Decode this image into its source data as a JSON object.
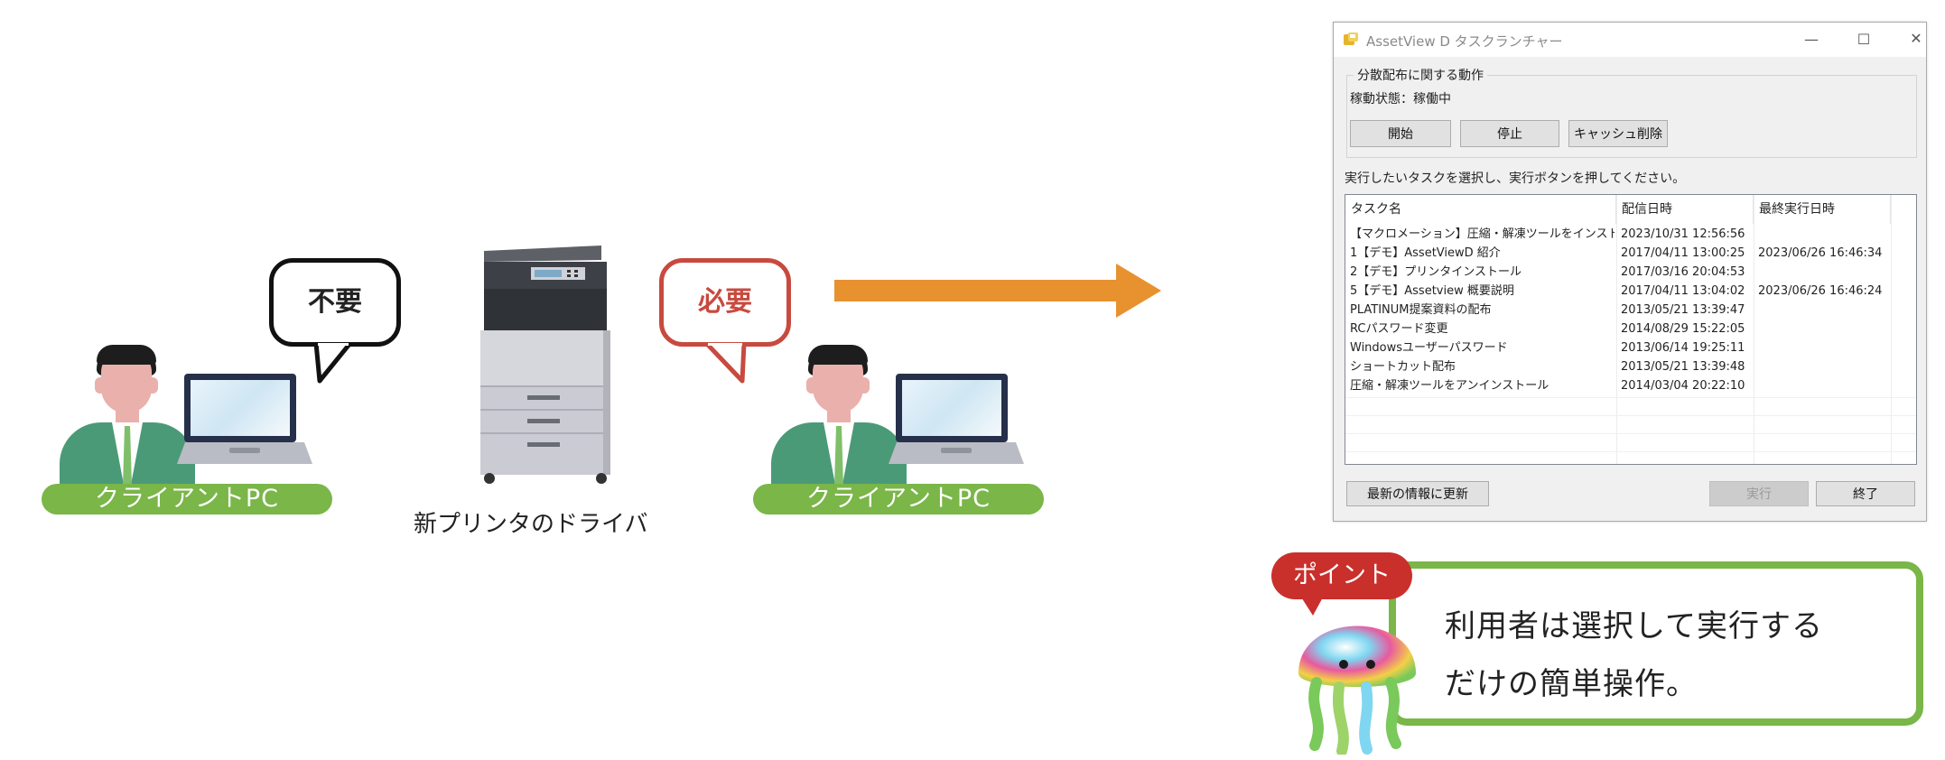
{
  "illustration": {
    "client_label_left": "クライアントPC",
    "client_label_right": "クライアントPC",
    "bubble_not_needed": "不要",
    "bubble_needed": "必要",
    "printer_label": "新プリンタのドライバ"
  },
  "window": {
    "title": "AssetView D タスクランチャー",
    "controls": {
      "minimize": "—",
      "maximize": "☐",
      "close": "✕"
    },
    "group_title": "分散配布に関する動作",
    "status": "稼動状態：稼働中",
    "buttons": {
      "start": "開始",
      "stop": "停止",
      "clear_cache": "キャッシュ削除"
    },
    "instruction": "実行したいタスクを選択し、実行ボタンを押してください。",
    "columns": [
      "タスク名",
      "配信日時",
      "最終実行日時"
    ],
    "rows": [
      {
        "name": "【マクロメーション】圧縮・解凍ツールをインスト…",
        "delivered": "2023/10/31 12:56:56",
        "last": ""
      },
      {
        "name": "1【デモ】AssetViewD 紹介",
        "delivered": "2017/04/11 13:00:25",
        "last": "2023/06/26 16:46:34"
      },
      {
        "name": "2【デモ】プリンタインストール",
        "delivered": "2017/03/16 20:04:53",
        "last": ""
      },
      {
        "name": "5【デモ】Assetview 概要説明",
        "delivered": "2017/04/11 13:04:02",
        "last": "2023/06/26 16:46:24"
      },
      {
        "name": "PLATINUM提案資料の配布",
        "delivered": "2013/05/21 13:39:47",
        "last": ""
      },
      {
        "name": "RCパスワード変更",
        "delivered": "2014/08/29 15:22:05",
        "last": ""
      },
      {
        "name": "Windowsユーザーパスワード",
        "delivered": "2013/06/14 19:25:11",
        "last": ""
      },
      {
        "name": "ショートカット配布",
        "delivered": "2013/05/21 13:39:48",
        "last": ""
      },
      {
        "name": "圧縮・解凍ツールをアンインストール",
        "delivered": "2014/03/04 20:22:10",
        "last": ""
      }
    ],
    "footer_buttons": {
      "refresh": "最新の情報に更新",
      "run": "実行",
      "exit": "終了"
    }
  },
  "point": {
    "badge": "ポイント",
    "line1": "利用者は選択して実行する",
    "line2": "だけの簡単操作。"
  },
  "colors": {
    "green": "#7ab648",
    "orange": "#e8912f",
    "red": "#c84a3f",
    "suit": "#4b9a77"
  }
}
